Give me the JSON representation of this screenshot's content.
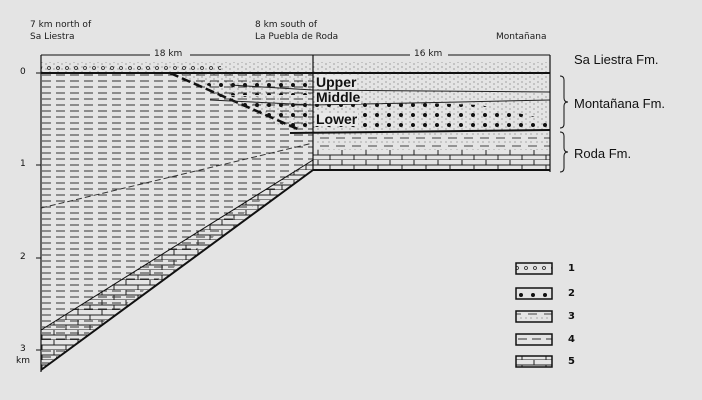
{
  "locations": {
    "left": [
      "7 km north of",
      "Sa Liestra"
    ],
    "middle": [
      "8 km south of",
      "La Puebla de Roda"
    ],
    "right": "Montañana"
  },
  "distances": {
    "left": "18 km",
    "right": "16 km"
  },
  "formations": [
    "Sa Liestra Fm.",
    "Montañana Fm.",
    "Roda Fm."
  ],
  "units": [
    "Upper",
    "Middle",
    "Lower"
  ],
  "depth_axis": {
    "ticks": [
      "0",
      "1",
      "2",
      "3"
    ],
    "unit": "km"
  },
  "legend": [
    {
      "id": "1",
      "pattern": "conglomerate-sandstone"
    },
    {
      "id": "2",
      "pattern": "coarse-conglomerate"
    },
    {
      "id": "3",
      "pattern": "silty-marl"
    },
    {
      "id": "4",
      "pattern": "marl"
    },
    {
      "id": "5",
      "pattern": "limestone"
    }
  ]
}
